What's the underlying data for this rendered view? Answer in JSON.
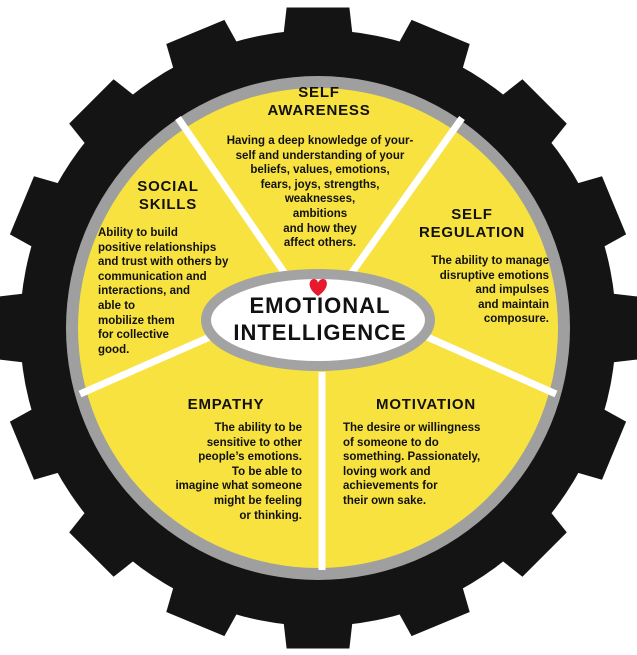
{
  "colors": {
    "gear": "#141414",
    "ring": "#9f9f9f",
    "segment_fill": "#f7e23f",
    "divider": "#ffffff",
    "center_ring": "#a3a3a3",
    "center_fill": "#ffffff",
    "heart": "#e8192c",
    "text": "#111111"
  },
  "icons": {
    "heart": "heart-icon",
    "gear": "gear-shape"
  },
  "center": {
    "title": "EMOTIONAL\nINTELLIGENCE"
  },
  "segments": {
    "self_awareness": {
      "title": "SELF\nAWARENESS",
      "body": "Having a deep knowledge of your-\nself and understanding of your\nbeliefs, values, emotions,\nfears, joys, strengths,\nweaknesses,\nambitions\nand how they\naffect others."
    },
    "self_regulation": {
      "title": "SELF\nREGULATION",
      "body": "The ability to manage\ndisruptive emotions\nand impulses\nand maintain\ncomposure."
    },
    "motivation": {
      "title": "MOTIVATION",
      "body": "The desire or willingness\nof someone to do\nsomething. Passionately,\nloving work and\nachievements for\ntheir own sake."
    },
    "empathy": {
      "title": "EMPATHY",
      "body": "The ability to be\nsensitive to other\npeople’s emotions.\nTo be able to\nimagine what someone\nmight be feeling\nor thinking."
    },
    "social_skills": {
      "title": "SOCIAL\nSKILLS",
      "body": "Ability to build\npositive relationships\nand trust with others by\ncommunication and\ninteractions, and\nable to\nmobilize them\nfor collective\ngood."
    }
  }
}
